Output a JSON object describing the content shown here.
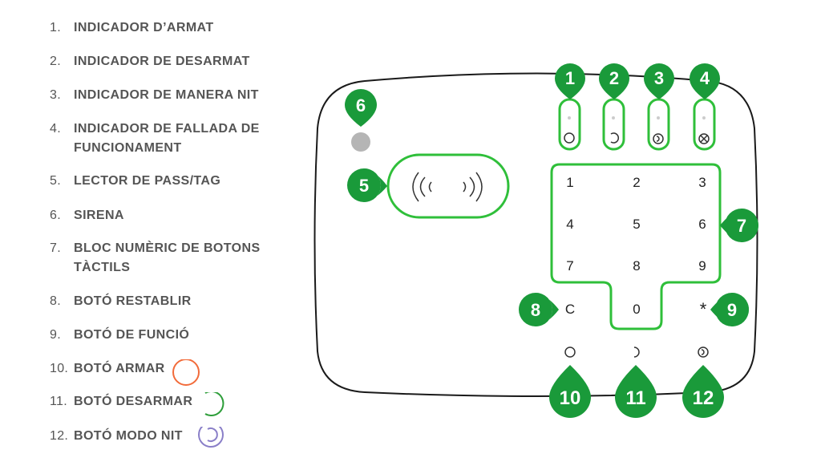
{
  "legend": {
    "items": [
      {
        "num": "1.",
        "text": "INDICADOR D’ARMAT"
      },
      {
        "num": "2.",
        "text": "INDICADOR DE DESARMAT"
      },
      {
        "num": "3.",
        "text": "INDICADOR DE MANERA NIT"
      },
      {
        "num": "4.",
        "text": "INDICADOR DE FALLADA DE FUNCIONAMENT"
      },
      {
        "num": "5.",
        "text": "LECTOR DE PASS/TAG"
      },
      {
        "num": "6.",
        "text": "SIRENA"
      },
      {
        "num": "7.",
        "text": "BLOC NUMÈRIC DE BOTONS TÀCTILS"
      },
      {
        "num": "8.",
        "text": "BOTÓ RESTABLIR"
      },
      {
        "num": "9.",
        "text": "BOTÓ DE FUNCIÓ"
      },
      {
        "num": "10.",
        "text": "BOTÓ ARMAR"
      },
      {
        "num": "11.",
        "text": "BOTÓ DESARMAR"
      },
      {
        "num": "12.",
        "text": "BOTÓ MODO NIT"
      }
    ]
  },
  "callouts": [
    "1",
    "2",
    "3",
    "4",
    "5",
    "6",
    "7",
    "8",
    "9",
    "10",
    "11",
    "12"
  ],
  "keypad": {
    "keys": [
      "1",
      "2",
      "3",
      "4",
      "5",
      "6",
      "7",
      "8",
      "9",
      "C",
      "0",
      "*"
    ]
  },
  "colors": {
    "callout_green": "#1a9a3a",
    "outline_green": "#2fbf3a",
    "arm_orange": "#f26b3a",
    "disarm_green": "#2e9e3a",
    "night_purple": "#8a7fc8"
  }
}
